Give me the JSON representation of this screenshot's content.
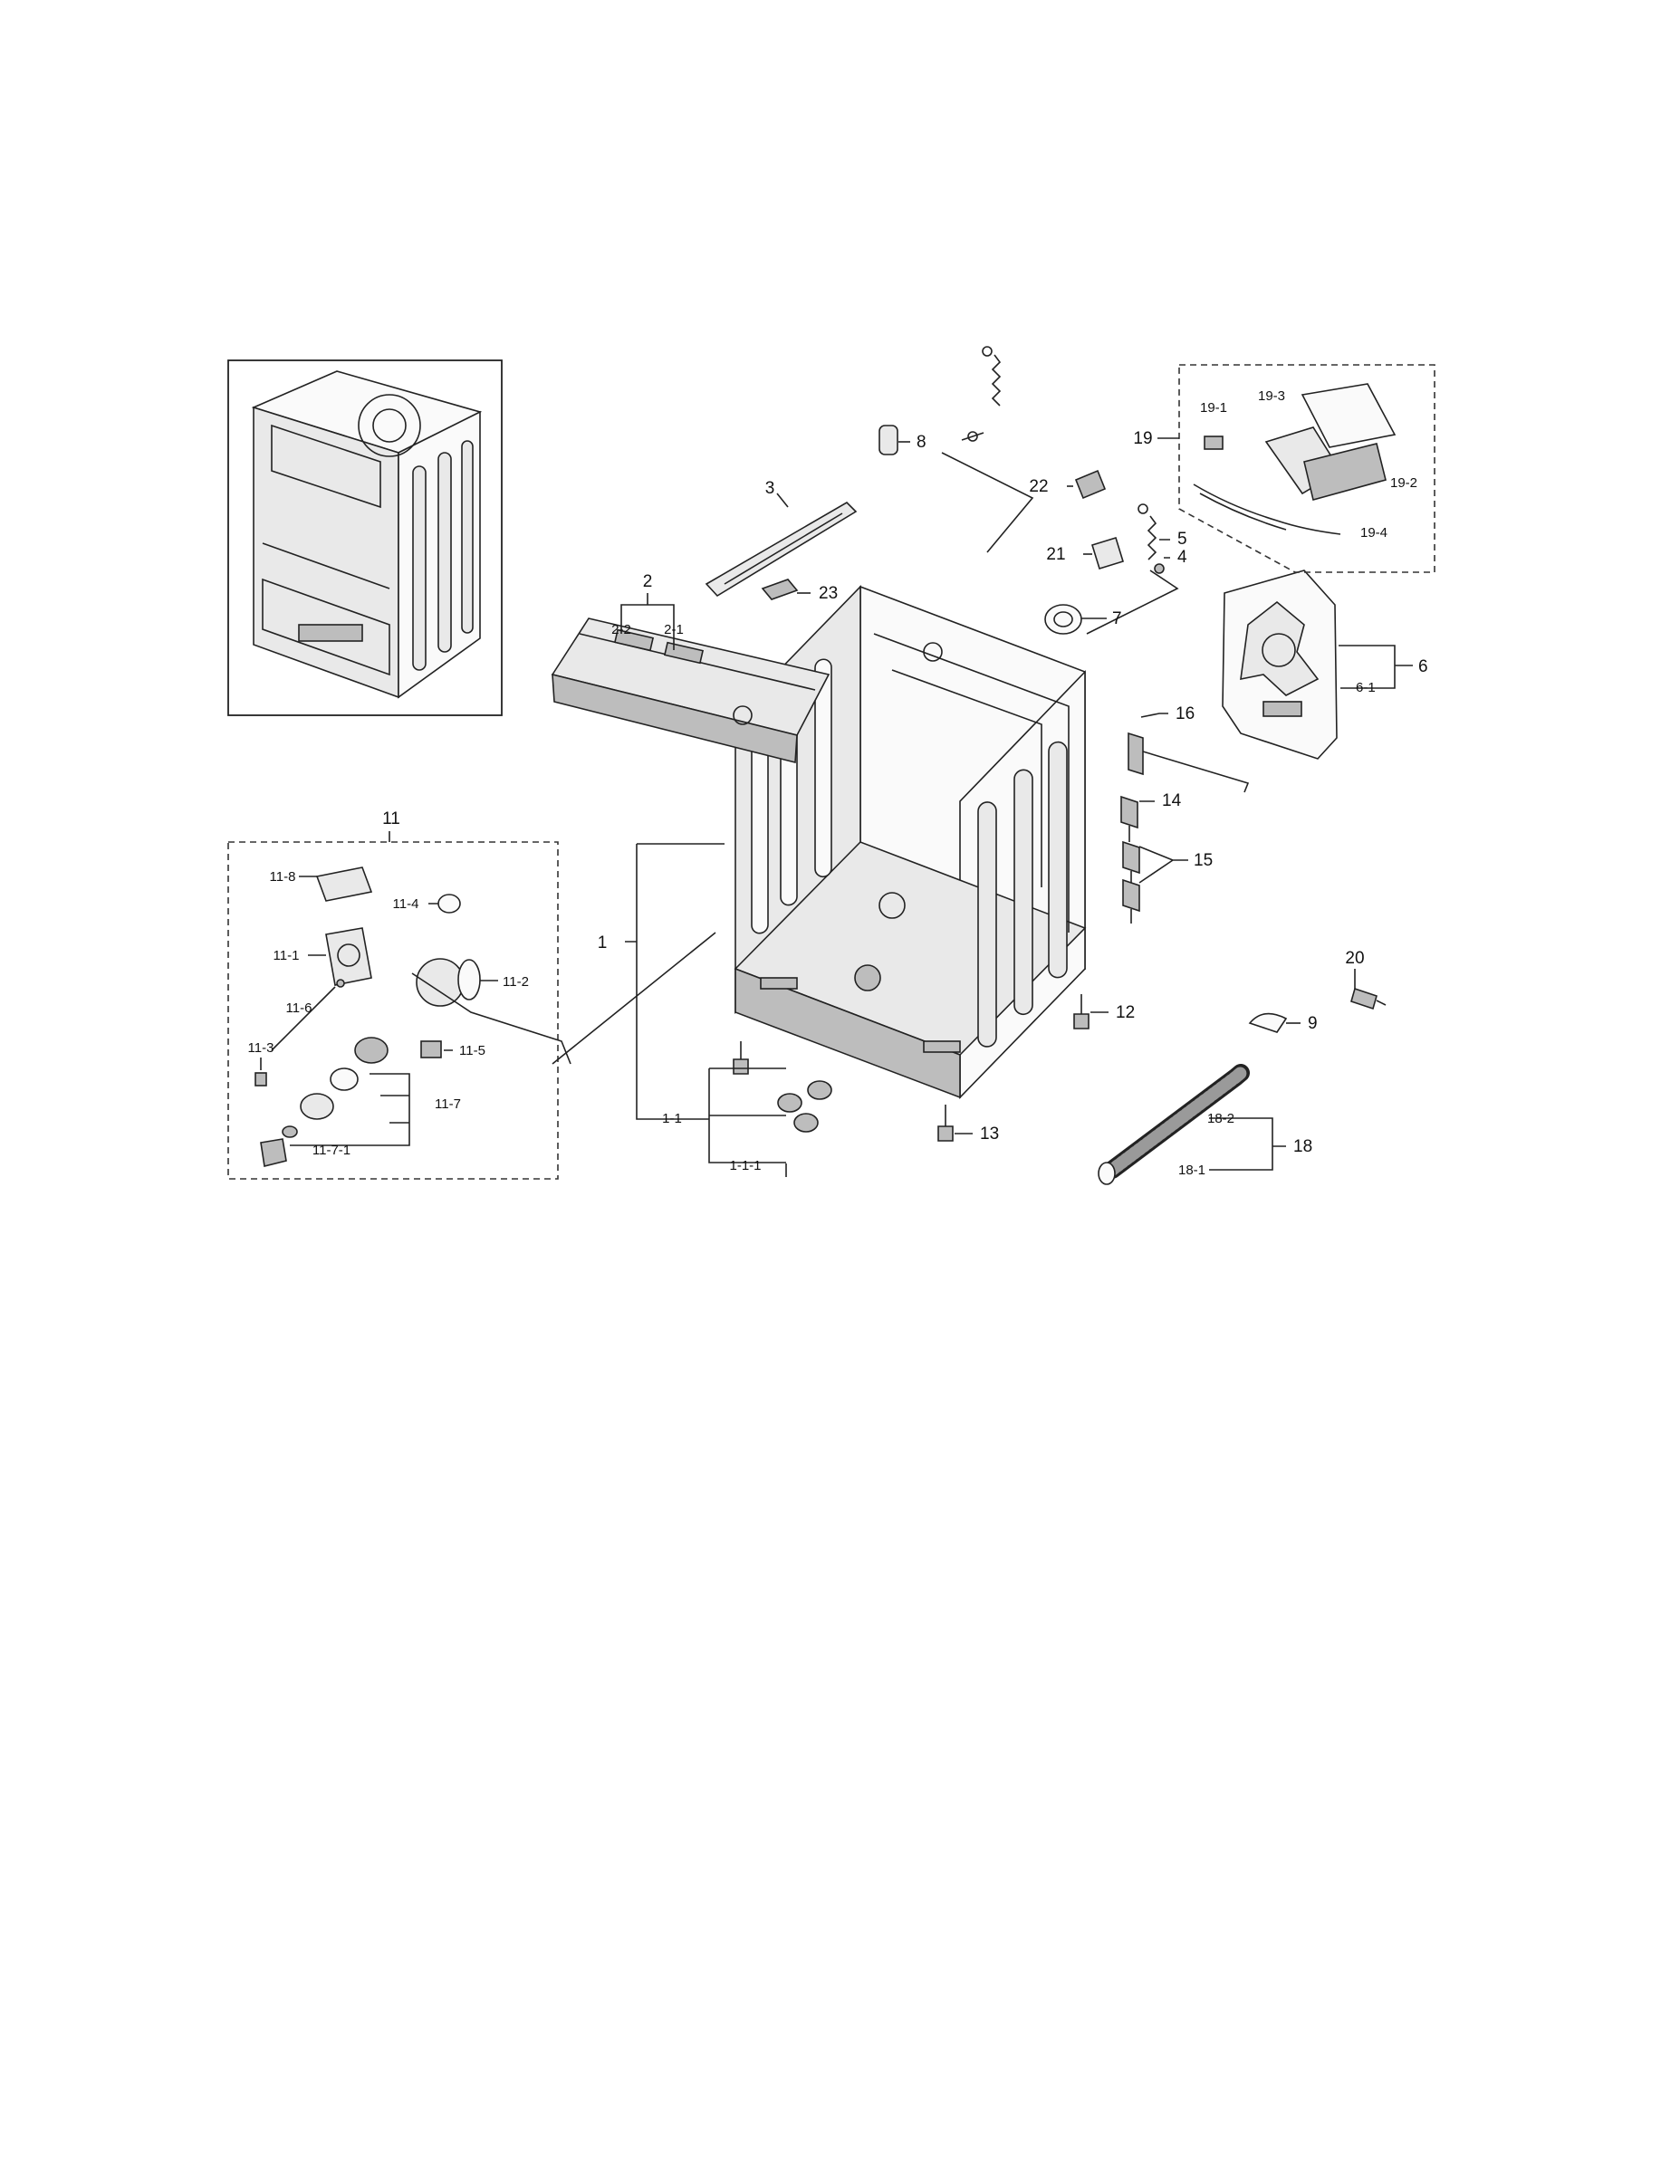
{
  "callouts": {
    "c1": "1",
    "c1_1": "1-1",
    "c1_1_1": "1-1-1",
    "c2": "2",
    "c2_1": "2-1",
    "c2_2": "2-2",
    "c3": "3",
    "c4": "4",
    "c5": "5",
    "c6": "6",
    "c6_1": "6-1",
    "c7": "7",
    "c8": "8",
    "c9": "9",
    "c11": "11",
    "c11_1": "11-1",
    "c11_2": "11-2",
    "c11_3": "11-3",
    "c11_4": "11-4",
    "c11_5": "11-5",
    "c11_6": "11-6",
    "c11_7": "11-7",
    "c11_7_1": "11-7-1",
    "c11_8": "11-8",
    "c12": "12",
    "c13": "13",
    "c14": "14",
    "c15": "15",
    "c16": "16",
    "c18": "18",
    "c18_1": "18-1",
    "c18_2": "18-2",
    "c19": "19",
    "c19_1": "19-1",
    "c19_2": "19-2",
    "c19_3": "19-3",
    "c19_4": "19-4",
    "c20": "20",
    "c21": "21",
    "c22": "22",
    "c23": "23"
  }
}
